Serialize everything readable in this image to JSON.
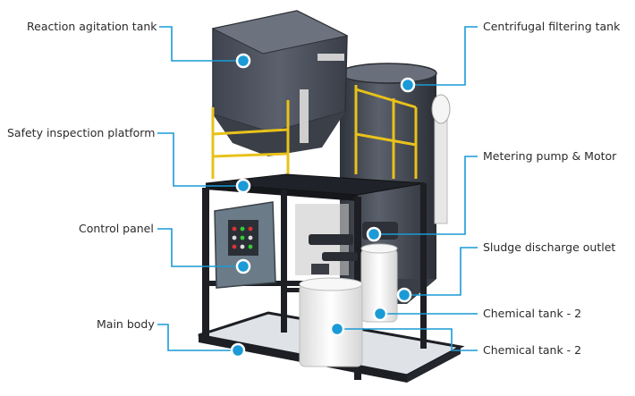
{
  "labels": {
    "reaction_agitation_tank": "Reaction agitation tank",
    "safety_inspection_platform": "Safety inspection platform",
    "control_panel": "Control panel",
    "main_body": "Main body",
    "centrifugal_filtering_tank": "Centrifugal filtering tank",
    "metering_pump_motor": "Metering pump & Motor",
    "sludge_discharge_outlet": "Sludge discharge outlet",
    "chemical_tank_upper": "Chemical tank - 2",
    "chemical_tank_lower": "Chemical tank - 2"
  },
  "colors": {
    "callout_line": "#1a9ad6",
    "marker_fill": "#1a9ad6",
    "tank_body": "#4c525f",
    "frame": "#1d1f24",
    "railing": "#e8c21a",
    "chemical_tank": "#f2f2f2",
    "control_panel": "#6b7b88"
  }
}
